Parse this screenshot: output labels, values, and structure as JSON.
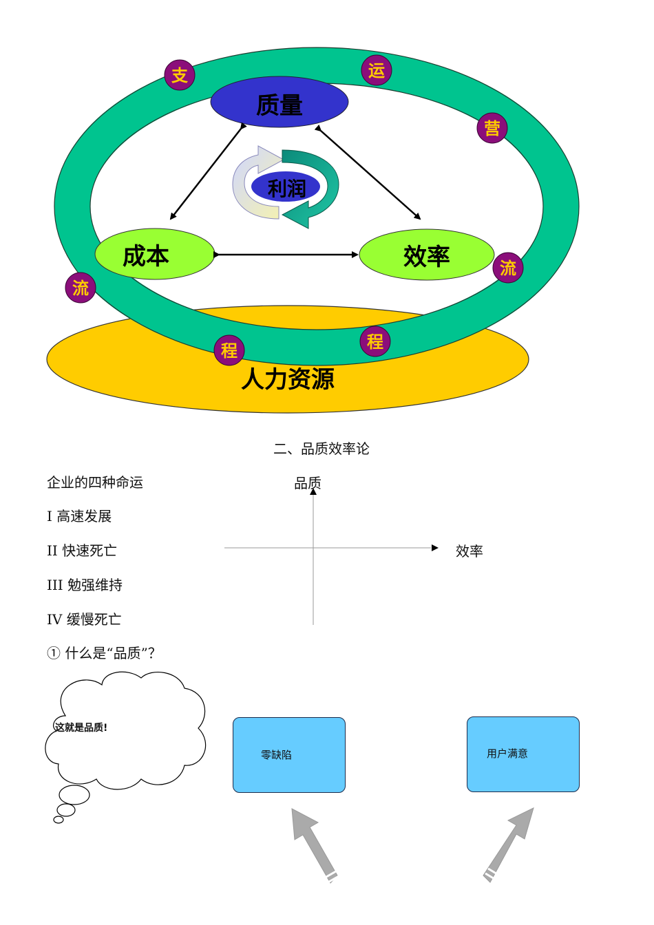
{
  "diagram": {
    "top_node": "质量",
    "center_node": "利润",
    "left_node": "成本",
    "right_node": "效率",
    "base_node": "人力资源",
    "ring_chars": [
      "支",
      "运",
      "营",
      "流",
      "程",
      "程",
      "流"
    ]
  },
  "section": {
    "title": "二、品质效率论",
    "list_heading": "企业的四种命运",
    "items": [
      "I 高速发展",
      "II 快速死亡",
      "III 勉强维持",
      "IV 缓慢死亡"
    ],
    "question": "① 什么是“品质”？"
  },
  "axes": {
    "y_label": "品质",
    "x_label": "效率"
  },
  "cloud": {
    "text": "这就是品质!"
  },
  "boxes": {
    "left": "零缺陷",
    "right": "用户满意"
  },
  "colors": {
    "ring": "#00c48f",
    "top_ellipse": "#3333cc",
    "side_ellipse": "#99ff33",
    "base_ellipse": "#ffcc00",
    "badge": "#8b0e7a",
    "badge_text": "#ffcc00",
    "box": "#66ccff"
  }
}
